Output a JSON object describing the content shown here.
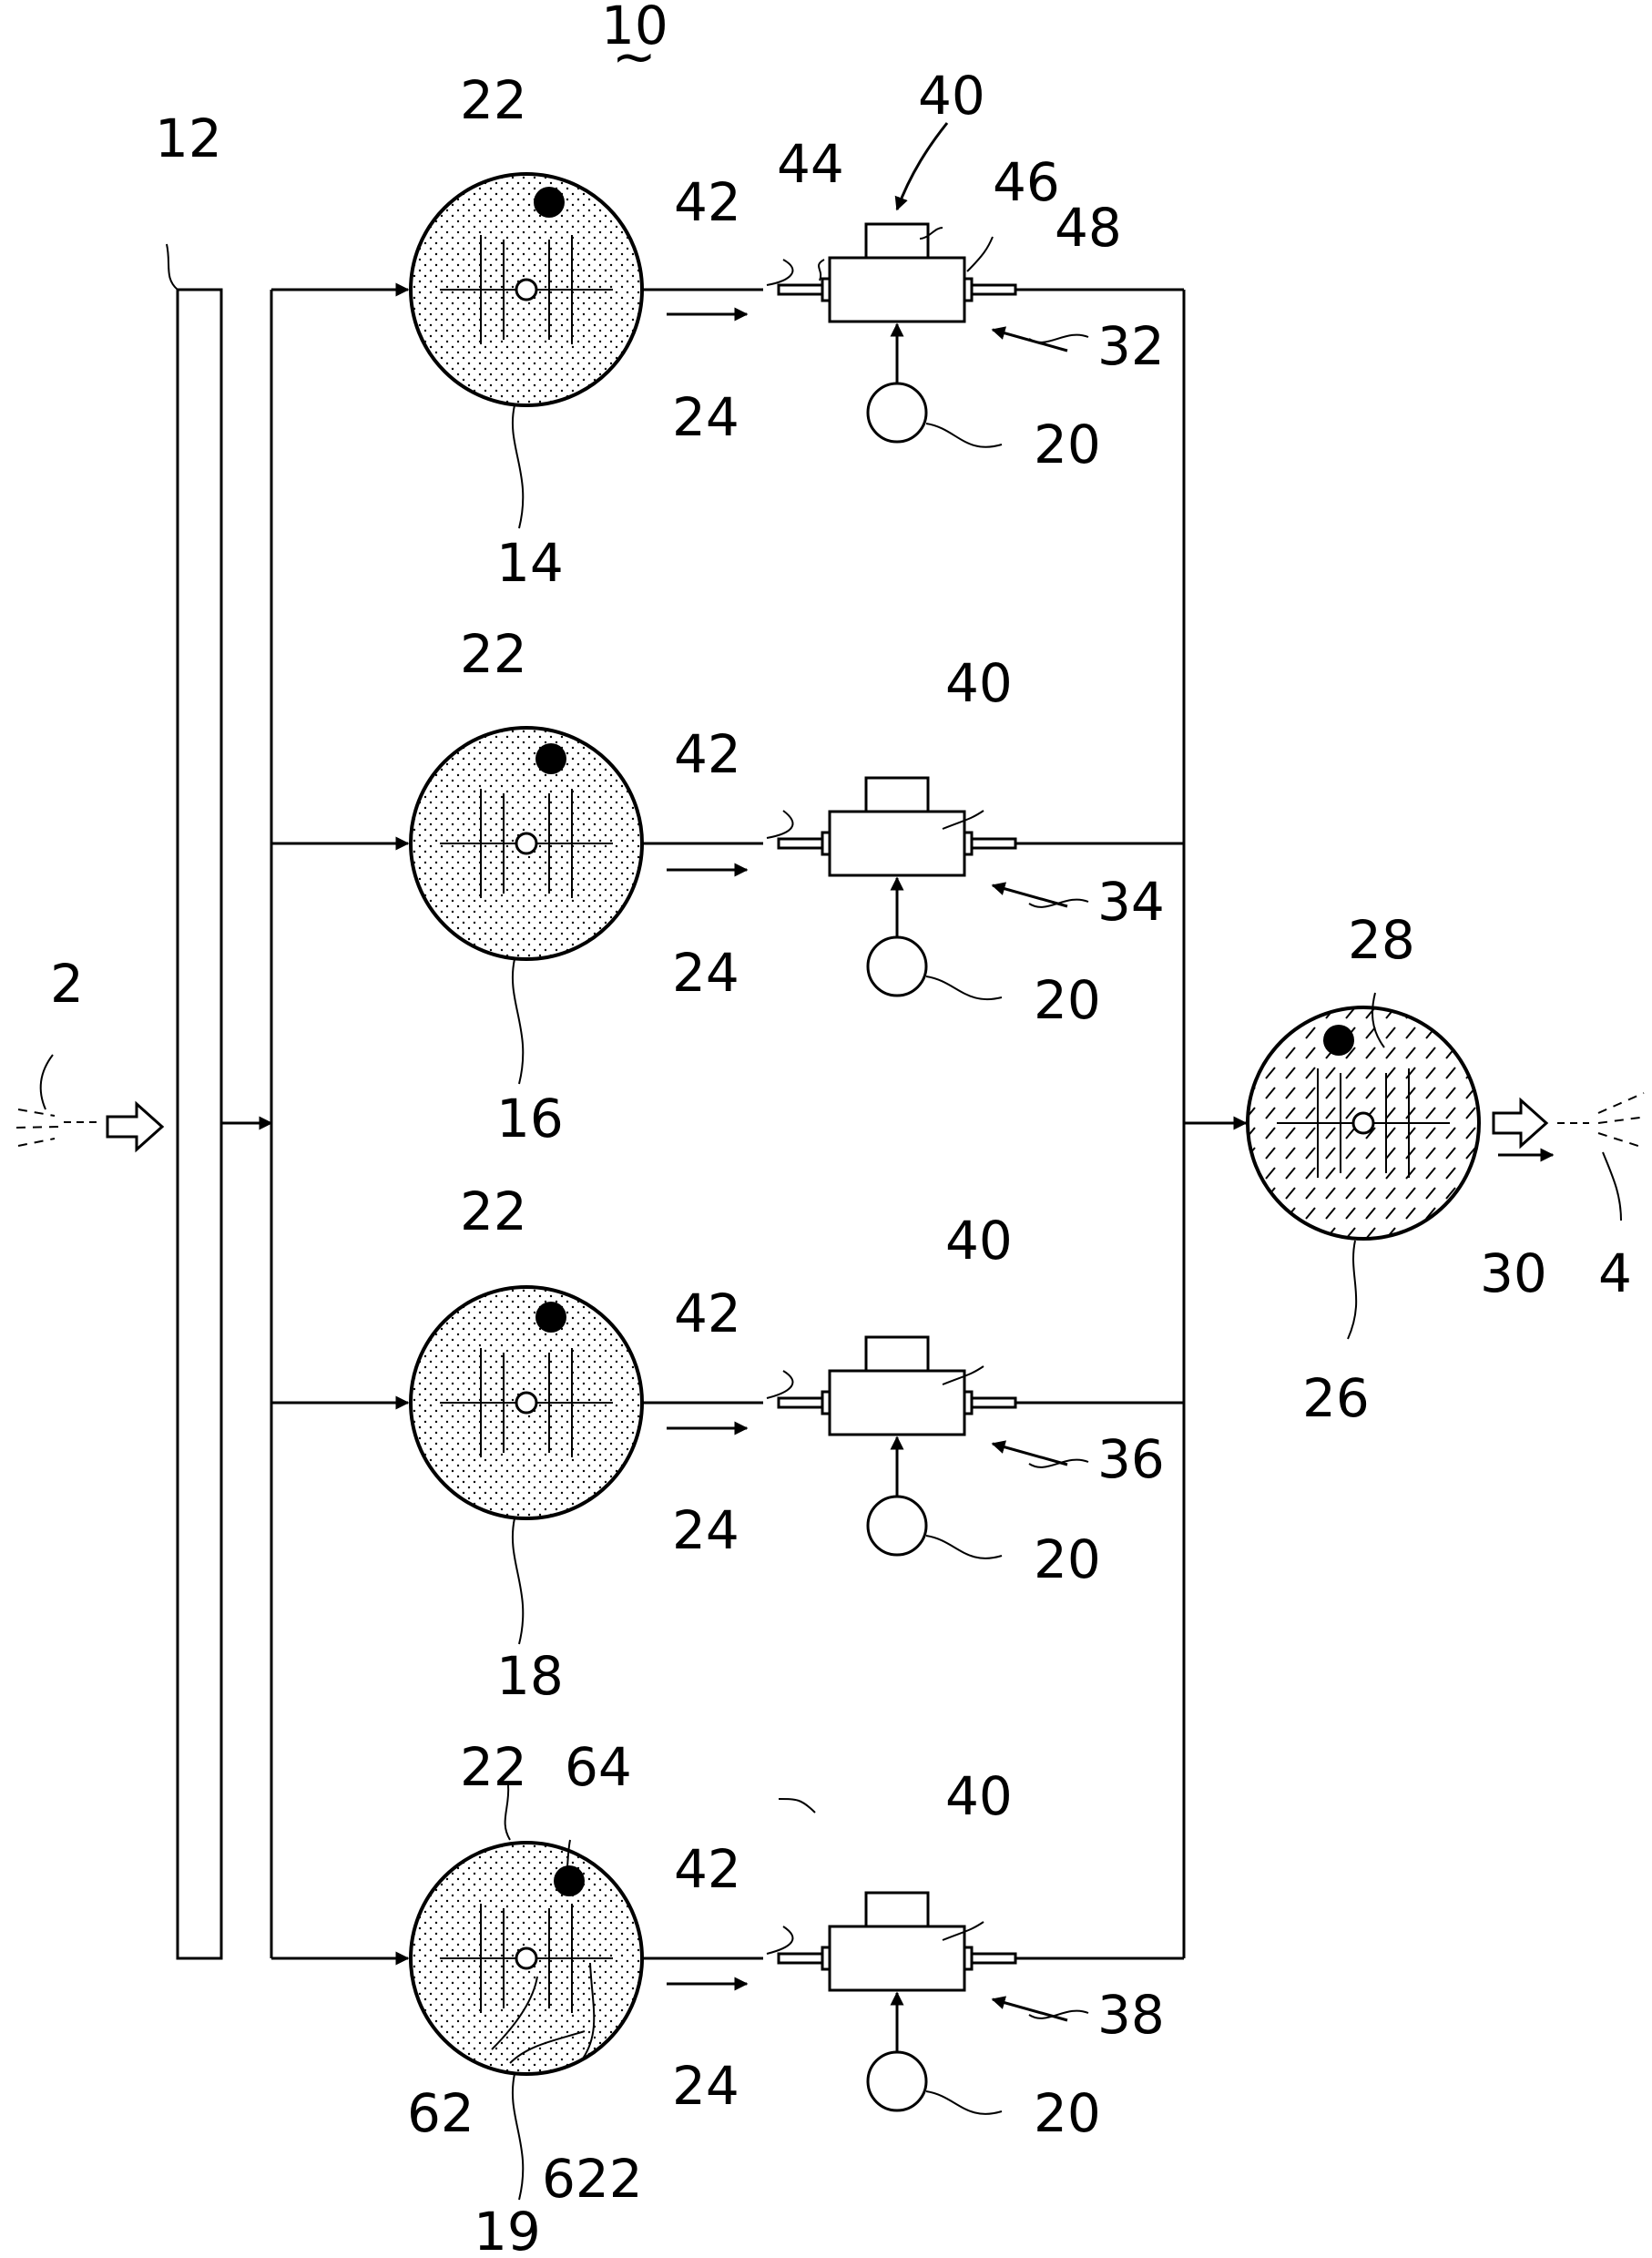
{
  "labels": {
    "system": "10",
    "tilde": "~",
    "header_plate": "12",
    "input_beam": "2",
    "output_beam": "4",
    "dot_region": "22",
    "flow": "24",
    "pump": "20",
    "unit": "40",
    "port_in": "42",
    "port_flange": "44",
    "unit_top": "46",
    "port_out": "48",
    "combiner": "26",
    "combiner_region": "28",
    "output_flow": "30",
    "mod_1": "14",
    "mod_2": "16",
    "mod_3": "18",
    "mod_4": "19",
    "line_1": "32",
    "line_2": "34",
    "line_3": "36",
    "line_4": "38",
    "particle": "64",
    "center": "62",
    "center_line": "622"
  }
}
